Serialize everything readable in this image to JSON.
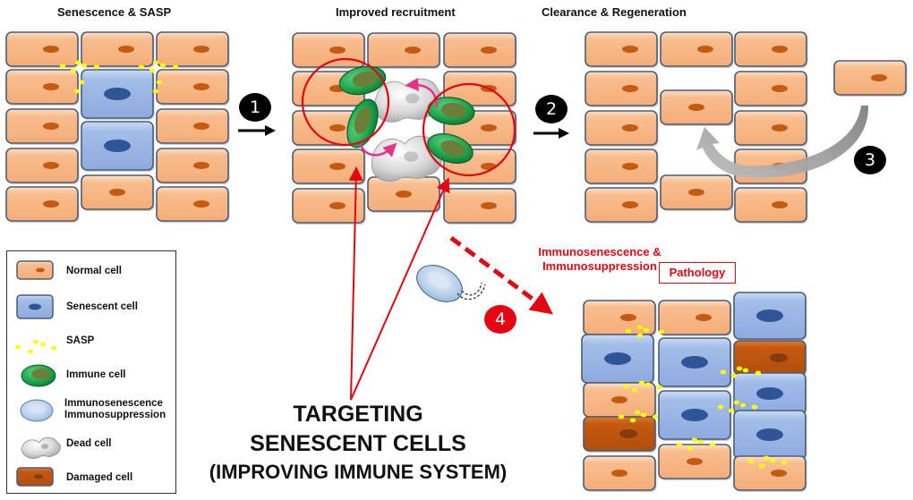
{
  "panels": {
    "senescence": {
      "title": "Senescence & SASP"
    },
    "recruitment": {
      "title": "Improved recruitment"
    },
    "clearance": {
      "title": "Clearance & Regeneration"
    }
  },
  "steps": [
    {
      "number": "1",
      "color": "#000000"
    },
    {
      "number": "2",
      "color": "#000000"
    },
    {
      "number": "3",
      "color": "#000000"
    },
    {
      "number": "4",
      "color": "#e30613"
    }
  ],
  "immuno_label": {
    "line1": "Immunosenescence &",
    "line2": "Immunosuppression"
  },
  "pathology_label": "Pathology",
  "targeting": {
    "line1": "TARGETING",
    "line2": "SENESCENT CELLS",
    "line3": "(IMPROVING IMMUNE SYSTEM)"
  },
  "legend": [
    {
      "key": "normal",
      "label": "Normal cell"
    },
    {
      "key": "senescent",
      "label": "Senescent cell"
    },
    {
      "key": "sasp",
      "label": "SASP"
    },
    {
      "key": "immune",
      "label": "Immune cell"
    },
    {
      "key": "immunosenescent",
      "label": "Immunosenescence\nImmunosuppression",
      "line1": "Immunosenescence",
      "line2": "Immunosuppression"
    },
    {
      "key": "dead",
      "label": "Dead cell"
    },
    {
      "key": "damaged",
      "label": "Damaged cell"
    }
  ],
  "colors": {
    "normal_fill": "#f9bd8f",
    "normal_nucleus": "#c55a11",
    "senescent_fill": "#a3bde8",
    "senescent_nucleus": "#2f5597",
    "damaged_fill": "#c55a11",
    "damaged_nucleus": "#843c0c",
    "immune_fill": "#1fa84f",
    "immune_nucleus": "#6b7f3a",
    "sasp": "#ffff00",
    "accent_red": "#e30613",
    "cell_border": "#4a5d78"
  }
}
